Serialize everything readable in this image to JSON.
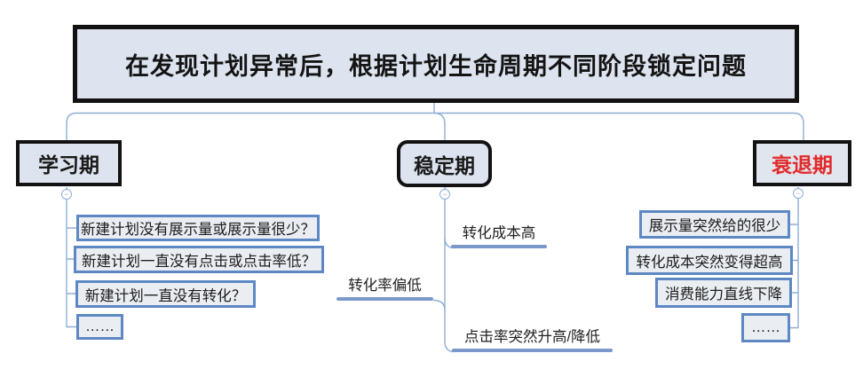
{
  "title": {
    "text": "在发现计划异常后，根据计划生命周期不同阶段锁定问题"
  },
  "branches": [
    {
      "label": "学习期",
      "style": "boxed-children",
      "children": [
        "新建计划没有展示量或展示量很少？",
        "新建计划一直没有点击或点击率低？",
        "新建计划一直没有转化？",
        "……"
      ]
    },
    {
      "label": "稳定期",
      "style": "underline-children",
      "children": [
        "转化成本高",
        "转化率偏低",
        "点击率突然升高/降低"
      ]
    },
    {
      "label": "衰退期",
      "style": "boxed-children",
      "children": [
        "展示量突然给的很少",
        "转化成本突然变得超高",
        "消费能力直线下降",
        "……"
      ]
    }
  ],
  "icons": {
    "collapse_glyph": "−"
  },
  "colors": {
    "node_fill": "#dde4ef",
    "node_border": "#121212",
    "child_border": "#5d88c4",
    "child_fill": "#eaedf2",
    "connector": "#8fadd6",
    "underline": "#7b98cb",
    "decline_label_color": "#e22b2b"
  }
}
